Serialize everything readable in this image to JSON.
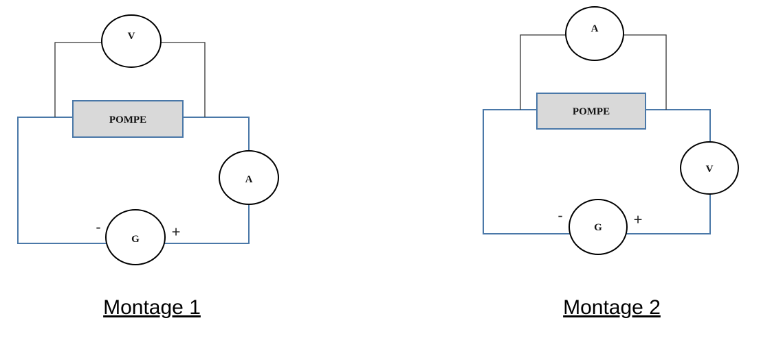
{
  "montage1": {
    "caption": "Montage 1",
    "component": "POMPE",
    "top_meter": "V",
    "side_meter": "A",
    "generator": "G",
    "minus": "-",
    "plus": "+"
  },
  "montage2": {
    "caption": "Montage 2",
    "component": "POMPE",
    "top_meter": "A",
    "side_meter": "V",
    "generator": "G",
    "minus": "-",
    "plus": "+"
  },
  "colors": {
    "wire": "#4a78a8",
    "component_fill": "#d9d9d9"
  }
}
